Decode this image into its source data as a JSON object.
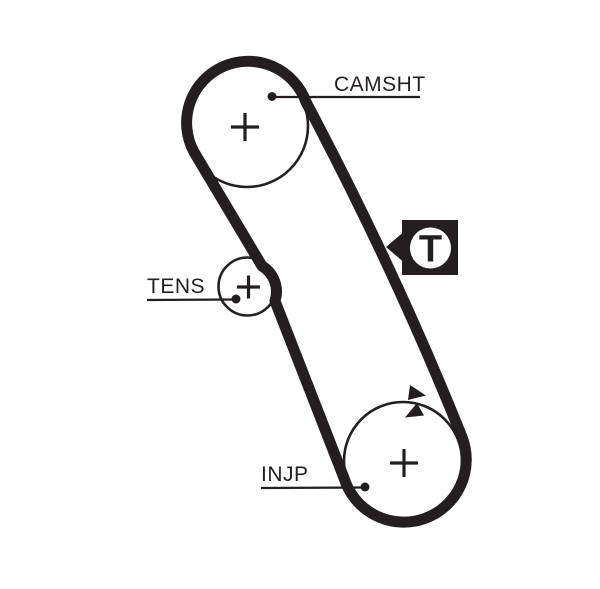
{
  "diagram": {
    "type": "timing-belt-routing",
    "labels": {
      "camshaft": "CAMSHT",
      "tensioner": "TENS",
      "injection_pump": "INJP"
    },
    "marker": {
      "letter": "T"
    },
    "colors": {
      "ink": "#231f20",
      "background": "#ffffff"
    }
  }
}
